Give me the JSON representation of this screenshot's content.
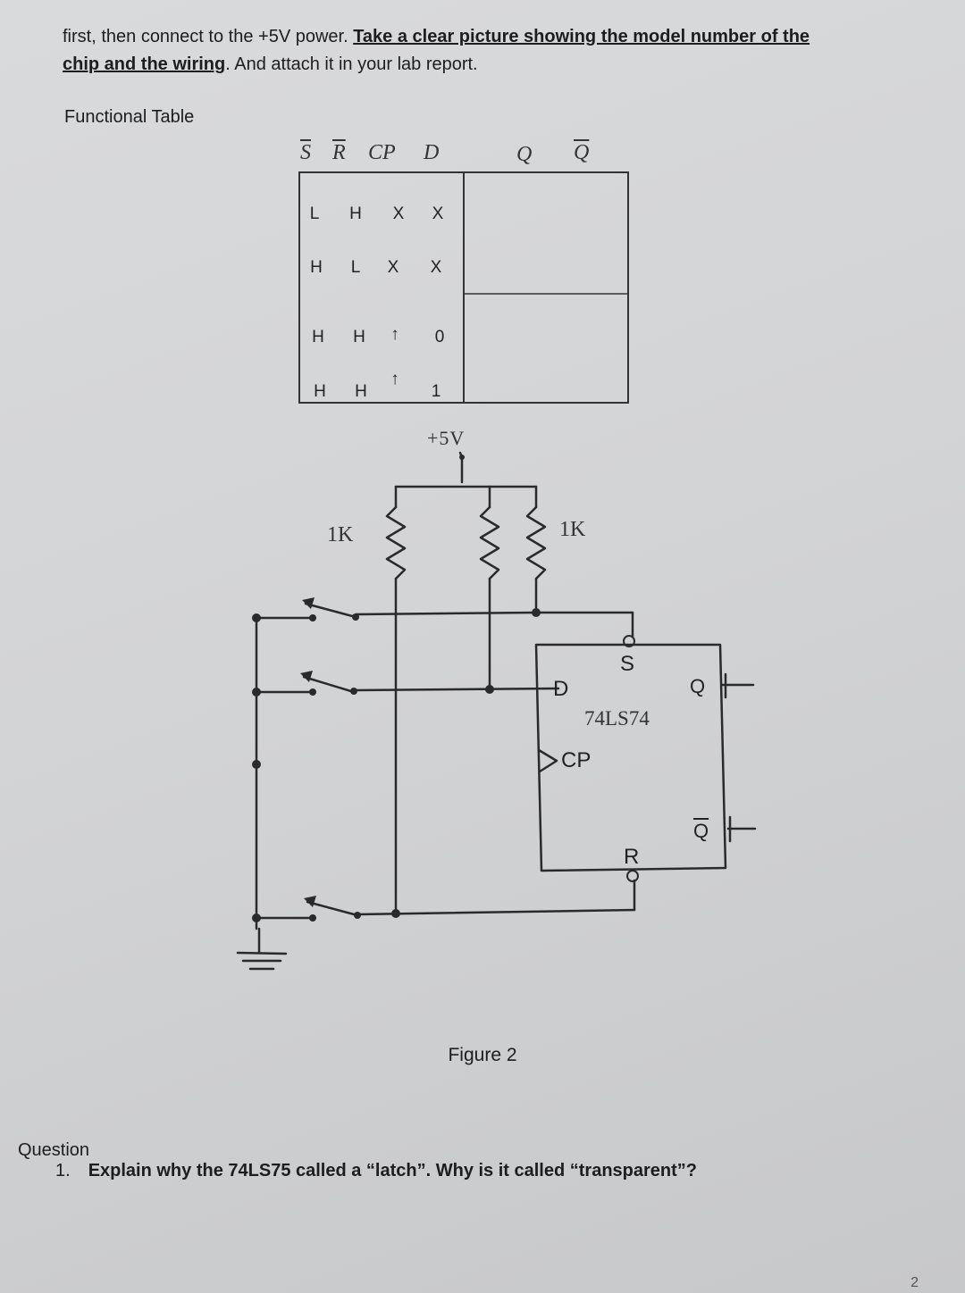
{
  "intro": {
    "line1_text": "first, then connect to the +5V power. ",
    "line1_ul": "Take a clear picture showing the model number of the",
    "line2_ul": "chip and the wiring",
    "line2_text": ". And attach it in your lab report."
  },
  "functional_table": {
    "title": "Functional Table",
    "headers": [
      "S",
      "R",
      "CP",
      "D",
      "Q",
      "Q"
    ],
    "rows": [
      [
        "L",
        "H",
        "X",
        "X"
      ],
      [
        "H",
        "L",
        "X",
        "X"
      ],
      [
        "H",
        "H",
        "↑",
        "0"
      ],
      [
        "H",
        "H",
        "↑",
        "1"
      ]
    ]
  },
  "circuit": {
    "supply_label": "+5V",
    "resistor_left_label": "1K",
    "resistor_right_label": "1K",
    "chip_label": "74LS74",
    "pin_s": "S",
    "pin_d": "D",
    "pin_q": "Q",
    "pin_cp": "CP",
    "pin_qbar": "Q",
    "pin_r": "R"
  },
  "figure_caption": "Figure 2",
  "question": {
    "label": "Question",
    "number": "1.",
    "text": "Explain why the 74LS75 called a “latch”. Why is it called “transparent”?"
  },
  "page_number": "2"
}
